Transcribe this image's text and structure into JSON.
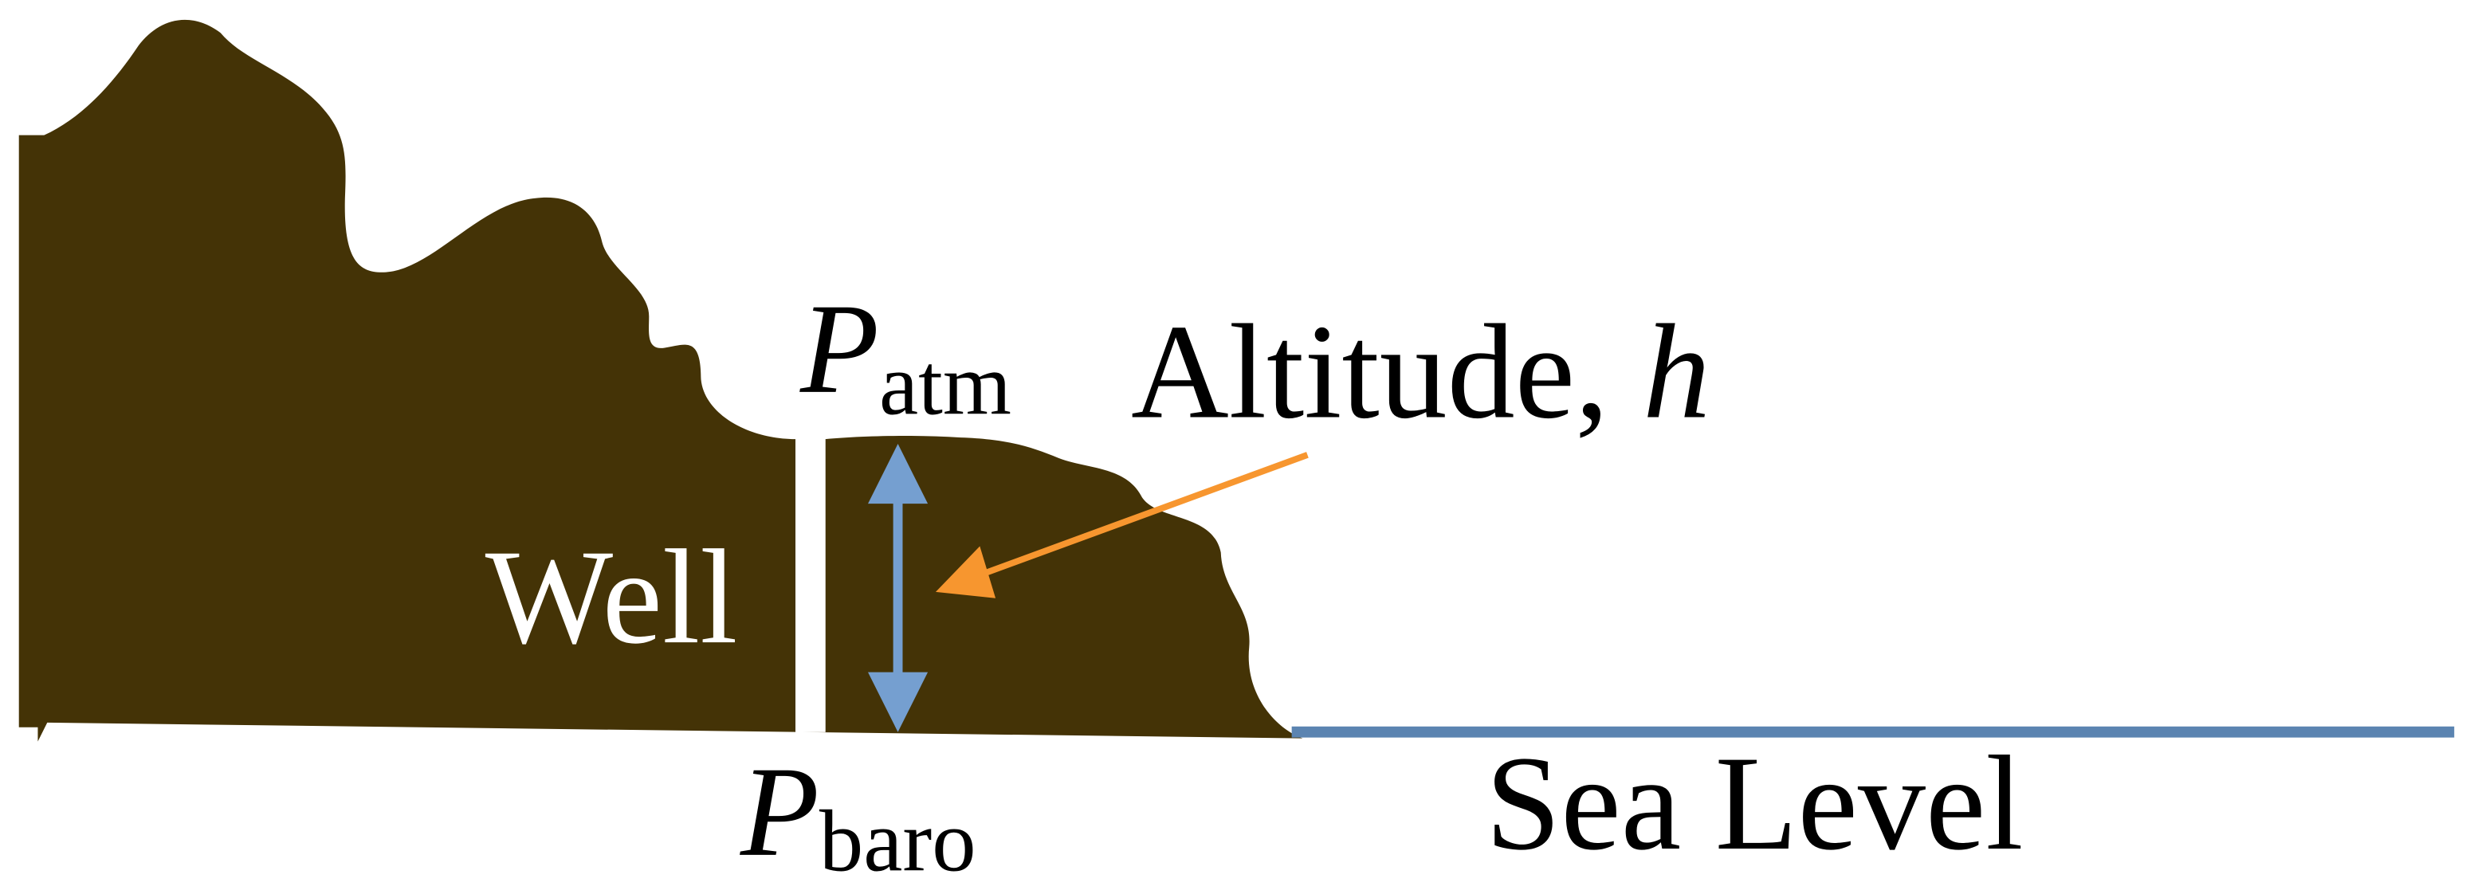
{
  "labels": {
    "p_atm_main": "P",
    "p_atm_sub": "atm",
    "altitude": "Altitude, ",
    "altitude_var": "h",
    "well": "Well",
    "p_baro_main": "P",
    "p_baro_sub": "baro",
    "sea_level": "Sea Level"
  },
  "colors": {
    "ground": "#443306",
    "well": "#ffffff",
    "altitude_arrow": "#759fd0",
    "pointer_arrow": "#f7962f",
    "sea_level": "#5b84b1"
  }
}
